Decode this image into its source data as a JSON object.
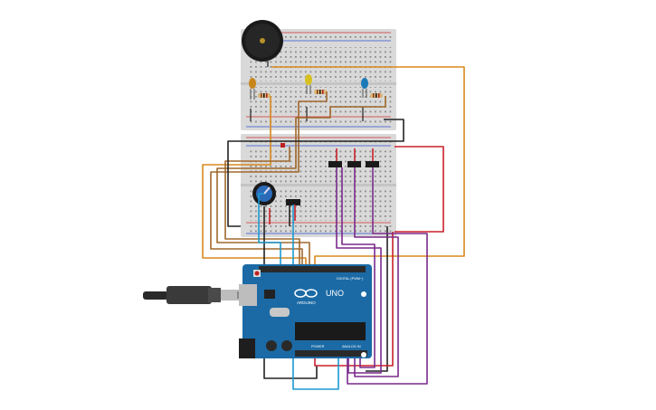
{
  "arduino": {
    "brand_text": "ARDUINO",
    "model_text": "UNO",
    "digital_label": "DIGITAL (PWM~)",
    "power_label": "POWER",
    "analog_label": "ANALOG IN"
  },
  "colors": {
    "board": "#1b6aa5",
    "breadboard": "#d9d9d9",
    "rail_red": "#d03030",
    "rail_blue": "#3050d0",
    "wire_orange": "#d8891c",
    "wire_brown": "#a0682c",
    "wire_red": "#c8202a",
    "wire_purple": "#7a2a8c",
    "wire_black": "#222222",
    "wire_cyan": "#1a9ad0",
    "led_orange": "#c8861a",
    "led_yellow": "#d8c020",
    "led_blue": "#1a7ab8"
  },
  "components": [
    {
      "name": "piezo-buzzer"
    },
    {
      "name": "led-orange"
    },
    {
      "name": "led-yellow"
    },
    {
      "name": "led-blue"
    },
    {
      "name": "potentiometer"
    },
    {
      "name": "pushbutton"
    },
    {
      "name": "usb-cable"
    }
  ]
}
